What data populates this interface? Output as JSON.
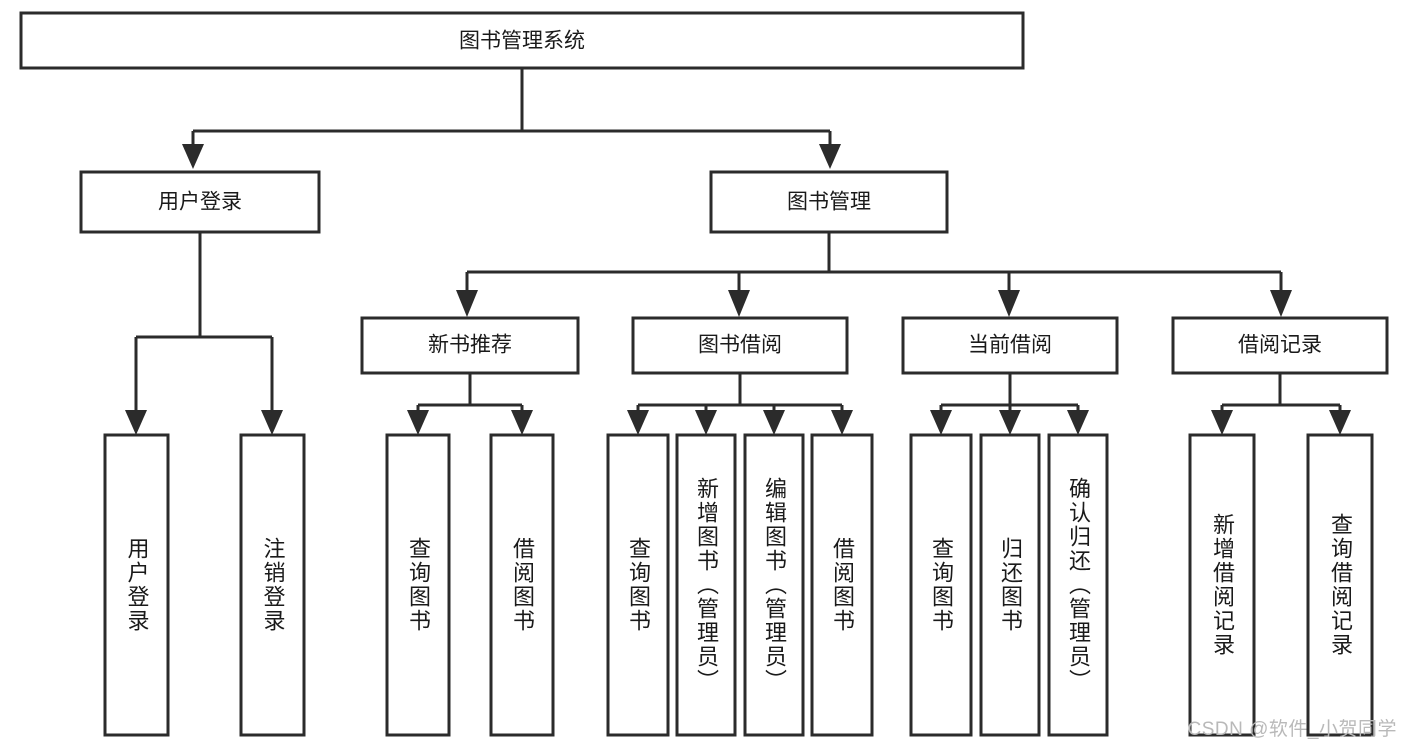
{
  "diagram": {
    "title": "图书管理系统",
    "type": "tree-hierarchy-chart",
    "watermark": "CSDN @软件_小贺同学",
    "colors": {
      "stroke": "#2b2b2b",
      "fill": "#ffffff",
      "text": "#1a1a1a",
      "watermark": "#b9b9b9"
    },
    "levels": {
      "root": {
        "label": "图书管理系统"
      },
      "level2": [
        {
          "label": "用户登录"
        },
        {
          "label": "图书管理"
        }
      ],
      "level3": [
        {
          "label": "新书推荐"
        },
        {
          "label": "图书借阅"
        },
        {
          "label": "当前借阅"
        },
        {
          "label": "借阅记录"
        }
      ],
      "leaves": {
        "user_login": [
          {
            "label": "用户登录"
          },
          {
            "label": "注销登录"
          }
        ],
        "new_book_recommend": [
          {
            "label": "查询图书"
          },
          {
            "label": "借阅图书"
          }
        ],
        "book_borrow": [
          {
            "label": "查询图书"
          },
          {
            "label": "新增图书（管理员）"
          },
          {
            "label": "编辑图书（管理员）"
          },
          {
            "label": "借阅图书"
          }
        ],
        "current_borrow": [
          {
            "label": "查询图书"
          },
          {
            "label": "归还图书"
          },
          {
            "label": "确认归还（管理员）"
          }
        ],
        "borrow_record": [
          {
            "label": "新增借阅记录"
          },
          {
            "label": "查询借阅记录"
          }
        ]
      }
    }
  }
}
